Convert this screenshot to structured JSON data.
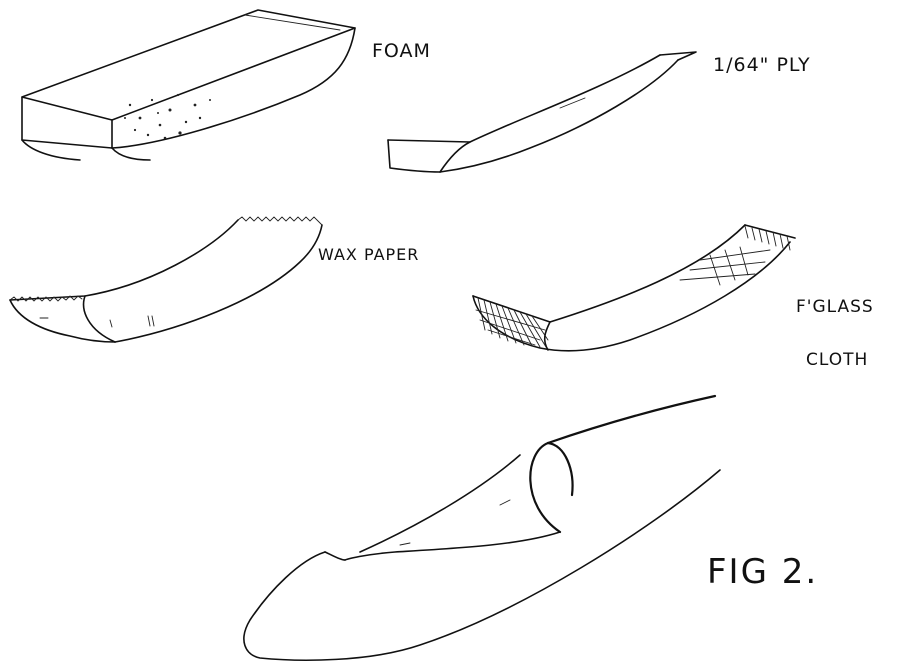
{
  "labels": {
    "foam": "FOAM",
    "ply": "1/64\" PLY",
    "wax_paper": "WAX PAPER",
    "fglass_line1": "F'GLASS",
    "fglass_line2": "CLOTH",
    "figure": "FIG 2."
  }
}
